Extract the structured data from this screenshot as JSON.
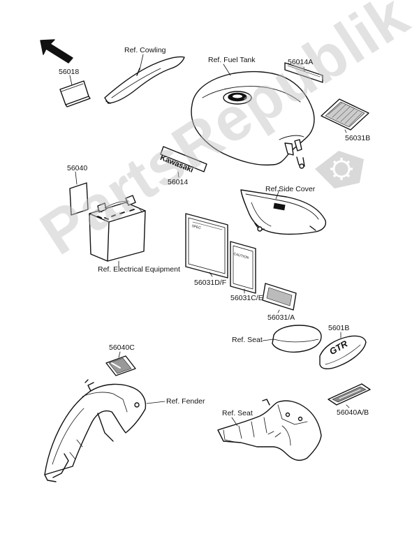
{
  "watermark": {
    "text": "PartsRepublik"
  },
  "labels": {
    "ref_cowling": "Ref. Cowling",
    "ref_fuel_tank": "Ref. Fuel Tank",
    "p56018": "56018",
    "p56014A": "56014A",
    "p56031B": "56031B",
    "p56014": "56014",
    "p56040": "56040",
    "ref_side_cover": "Ref.Side Cover",
    "ref_electrical": "Ref. Electrical Equipment",
    "p56031DF": "56031D/F",
    "p56031CE": "56031C/E",
    "p56031A": "56031/A",
    "ref_seat_1": "Ref. Seat",
    "p5601B": "5601B",
    "p56040C": "56040C",
    "ref_fender": "Ref. Fender",
    "ref_seat_2": "Ref. Seat",
    "p56040AB": "56040A/B"
  },
  "decals": {
    "kawasaki": "Kawasaki",
    "gtr": "GTR",
    "warning_top": "CAUTION",
    "spec": "SPEC"
  },
  "colors": {
    "ink": "#111111",
    "watermark": "#bebebe"
  }
}
